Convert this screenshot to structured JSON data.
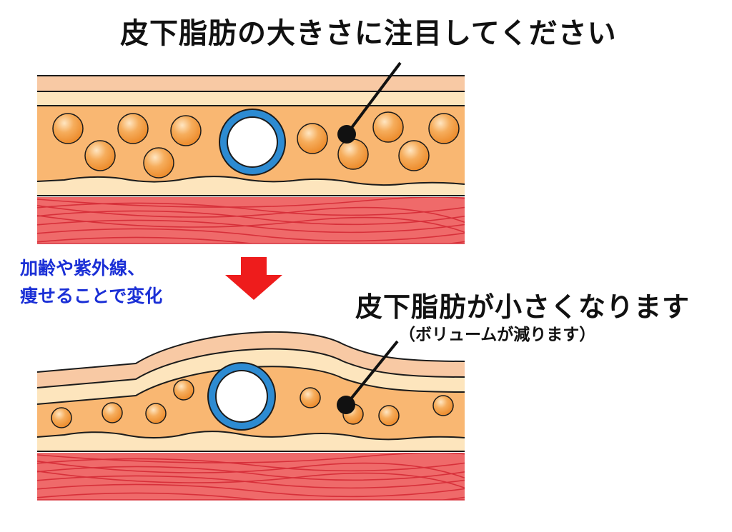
{
  "labels": {
    "top_caption": "皮下脂肪の大きさに注目してください",
    "cause_line1": "加齢や紫外線、",
    "cause_line2": "痩せることで変化",
    "result_caption": "皮下脂肪が小さくなります",
    "result_sub": "（ボリュームが減ります）"
  },
  "colors": {
    "epidermis": "#f8c9a4",
    "dermis": "#fde5bd",
    "fat_layer": "#f9b772",
    "fat_cell": "#f19a3c",
    "fat_cell_highlight": "#ffe6c2",
    "muscle": "#ef6a6a",
    "muscle_stripe": "#d7303a",
    "vessel_ring": "#2d8bd2",
    "arrow": "#ee1c1c",
    "cause_text": "#1a2fd6",
    "outline": "#1b1b1b"
  },
  "icons": {
    "transition_arrow": "down-arrow-icon",
    "pointer_dot": "pointer-dot-icon"
  }
}
